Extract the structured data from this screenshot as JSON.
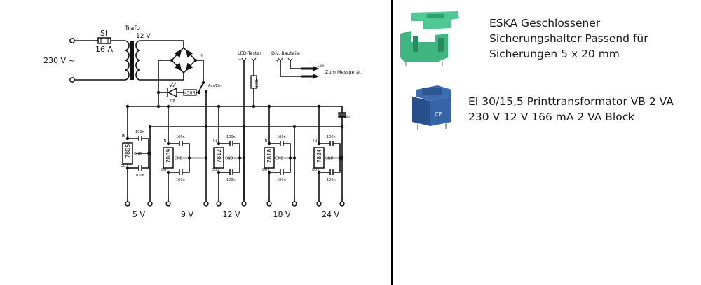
{
  "schematic": {
    "mains_label": "230 V ~",
    "fuse_label": "SI",
    "fuse_rating": "16 A",
    "transformer_label": "Trafo",
    "secondary_voltage": "12 V",
    "rectifier_plus": "+",
    "switch_label": "Aus/Ein",
    "led_label": "rot",
    "led_resistor": "450R",
    "led_tester": {
      "title": "LED-Tester",
      "plus": "+",
      "resistor": "485R"
    },
    "components": {
      "title": "Div. Bauteile",
      "plus": "+",
      "com_label": "Com",
      "arrow_label": "Zum Messgerät"
    },
    "filter_cap": {
      "plus": "+",
      "value": "10µ"
    },
    "regulators": [
      {
        "part": "7805",
        "output": "5 V",
        "cap_in": "100n",
        "cap_out": "100n",
        "in": "IN",
        "out": "OUT",
        "gnd": "GND"
      },
      {
        "part": "7809",
        "output": "9 V",
        "cap_in": "100n",
        "cap_out": "100n",
        "in": "IN",
        "out": "OUT",
        "gnd": "GND"
      },
      {
        "part": "7812",
        "output": "12 V",
        "cap_in": "100n",
        "cap_out": "100n",
        "in": "IN",
        "out": "OUT",
        "gnd": "GND"
      },
      {
        "part": "7818",
        "output": "18 V",
        "cap_in": "100n",
        "cap_out": "100n",
        "in": "IN",
        "out": "OUT",
        "gnd": "GND"
      },
      {
        "part": "7824",
        "output": "24 V",
        "cap_in": "100n",
        "cap_out": "100n",
        "in": "IN",
        "out": "OUT",
        "gnd": "GND"
      }
    ]
  },
  "products": [
    {
      "name": "fuse-holder",
      "icon": "fuse-holder-image",
      "color": "#3dbb85",
      "lines": [
        "ESKA Geschlossener",
        "Sicherungshalter Passend für",
        "Sicherungen 5 x 20 mm"
      ]
    },
    {
      "name": "transformer",
      "icon": "transformer-image",
      "color": "#2a5aa0",
      "lines": [
        "EI 30/15,5 Printtransformator VB 2 VA",
        "230 V 12 V 166 mA 2 VA Block"
      ]
    }
  ]
}
